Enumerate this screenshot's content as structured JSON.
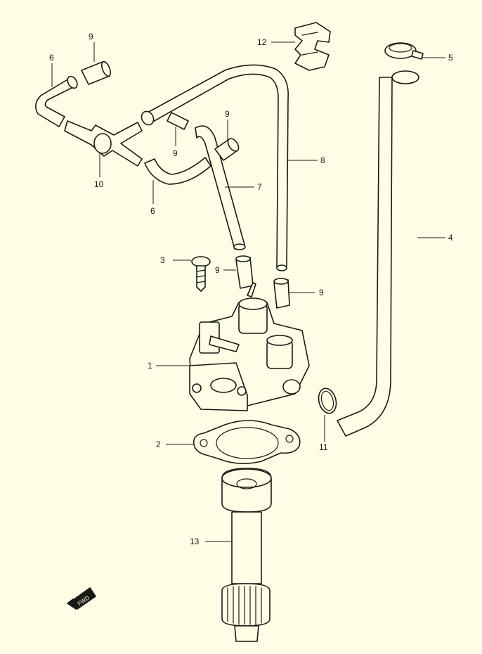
{
  "diagram": {
    "background": "#fefde6",
    "line_color": "#1a1a14",
    "fwd_badge": "FWD"
  },
  "callouts": [
    {
      "id": "c1",
      "label": "1"
    },
    {
      "id": "c2",
      "label": "2"
    },
    {
      "id": "c3",
      "label": "3"
    },
    {
      "id": "c4",
      "label": "4"
    },
    {
      "id": "c5",
      "label": "5"
    },
    {
      "id": "c6a",
      "label": "6"
    },
    {
      "id": "c6b",
      "label": "6"
    },
    {
      "id": "c7",
      "label": "7"
    },
    {
      "id": "c8",
      "label": "8"
    },
    {
      "id": "c9a",
      "label": "9"
    },
    {
      "id": "c9b",
      "label": "9"
    },
    {
      "id": "c9c",
      "label": "9"
    },
    {
      "id": "c9d",
      "label": "9"
    },
    {
      "id": "c9e",
      "label": "9"
    },
    {
      "id": "c10",
      "label": "10"
    },
    {
      "id": "c11",
      "label": "11"
    },
    {
      "id": "c12",
      "label": "12"
    },
    {
      "id": "c13",
      "label": "13"
    }
  ]
}
